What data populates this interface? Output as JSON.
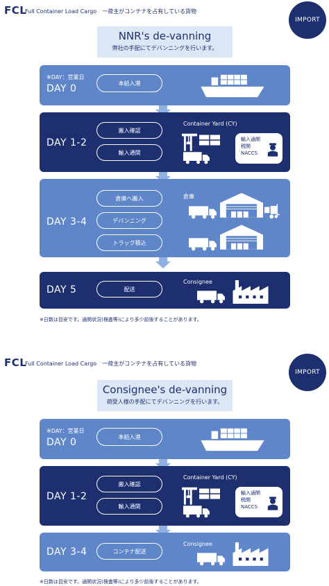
{
  "sections": [
    {
      "fcl": "FCL",
      "subtitle": "Full Container Load Cargo　一荷主がコンテナを占有している貨物",
      "badge": "IMPORT",
      "title": "NNR's de-vanning",
      "title_sub": "弊社の手配にてデバンニングを行います。",
      "steps": [
        {
          "note": "※DAY：営業日",
          "day": "DAY 0",
          "pills": [
            "本船入港"
          ]
        },
        {
          "day": "DAY 1-2",
          "pills": [
            "搬入確認",
            "輸入通関"
          ],
          "label": "Container Yard (CY)",
          "bubble": [
            "輸入通関",
            "税関",
            "NACCS"
          ]
        },
        {
          "day": "DAY 3-4",
          "pills": [
            "倉庫へ搬入",
            "デバンニング",
            "トラック積込"
          ],
          "label": "倉庫"
        },
        {
          "day": "DAY 5",
          "pills": [
            "配送"
          ],
          "label": "Consignee"
        }
      ],
      "footnote": "※日数は目安です。通関状況(検査等)により多少前後することがあります。"
    },
    {
      "fcl": "FCL",
      "subtitle": "Full Container Load Cargo　一荷主がコンテナを占有している貨物",
      "badge": "IMPORT",
      "title": "Consignee's de-vanning",
      "title_sub": "荷受人様の手配にてデバンニングを行います。",
      "steps": [
        {
          "note": "※DAY：営業日",
          "day": "DAY 0",
          "pills": [
            "本船入港"
          ]
        },
        {
          "day": "DAY 1-2",
          "pills": [
            "搬入確認",
            "輸入通関"
          ],
          "label": "Container Yard (CY)",
          "bubble": [
            "輸入通関",
            "税関",
            "NACCS"
          ]
        },
        {
          "day": "DAY 3-4",
          "pills": [
            "コンテナ配送"
          ],
          "label": "Consignee"
        }
      ],
      "footnote": "※日数は目安です。通関状況(検査等)により多少前後することがあります。"
    }
  ]
}
